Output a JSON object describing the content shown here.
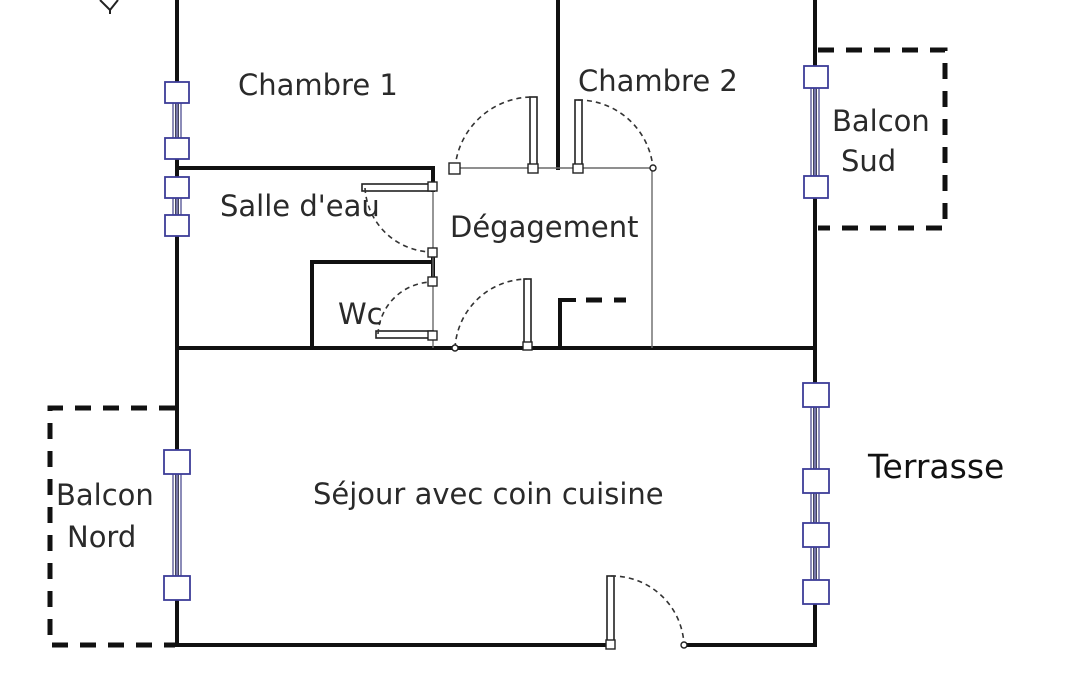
{
  "plan": {
    "rooms": {
      "chambre1": "Chambre 1",
      "chambre2": "Chambre 2",
      "salle_deau": "Salle d'eau",
      "degagement": "Dégagement",
      "wc": "Wc",
      "sejour": "Séjour avec coin cuisine"
    },
    "outdoor": {
      "balcon_sud": [
        "Balcon",
        "Sud"
      ],
      "balcon_nord": [
        "Balcon",
        "Nord"
      ],
      "terrasse": "Terrasse"
    },
    "colors": {
      "wall": "#111111",
      "window": "#3c3c98",
      "text": "#2a2a2a"
    }
  }
}
